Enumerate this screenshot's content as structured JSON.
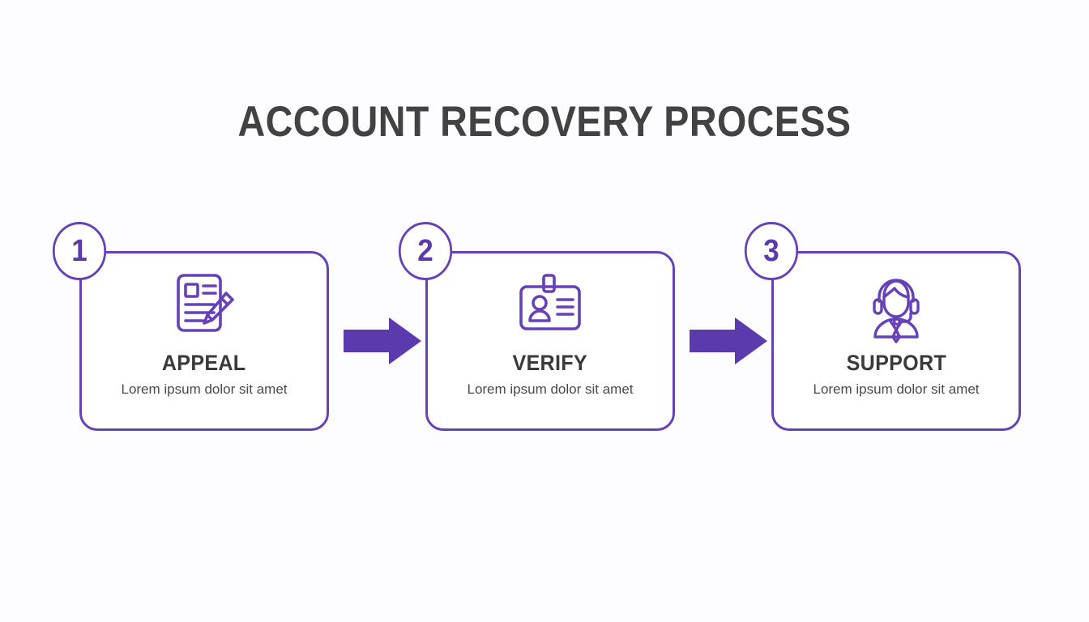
{
  "page": {
    "title": "ACCOUNT RECOVERY PROCESS",
    "background_color": "#fdfcfe",
    "accent_color": "#6741b8",
    "arrow_color": "#5b3aad",
    "title_color": "#424242"
  },
  "steps": [
    {
      "number": "1",
      "title": "APPEAL",
      "subtitle": "Lorem ipsum dolor sit amet",
      "icon": "document-pencil-icon"
    },
    {
      "number": "2",
      "title": "VERIFY",
      "subtitle": "Lorem ipsum dolor sit amet",
      "icon": "id-badge-icon"
    },
    {
      "number": "3",
      "title": "SUPPORT",
      "subtitle": "Lorem ipsum dolor sit amet",
      "icon": "headset-agent-icon"
    }
  ],
  "connectors": [
    {
      "name": "arrow-step1-to-step2"
    },
    {
      "name": "arrow-step2-to-step3"
    }
  ]
}
